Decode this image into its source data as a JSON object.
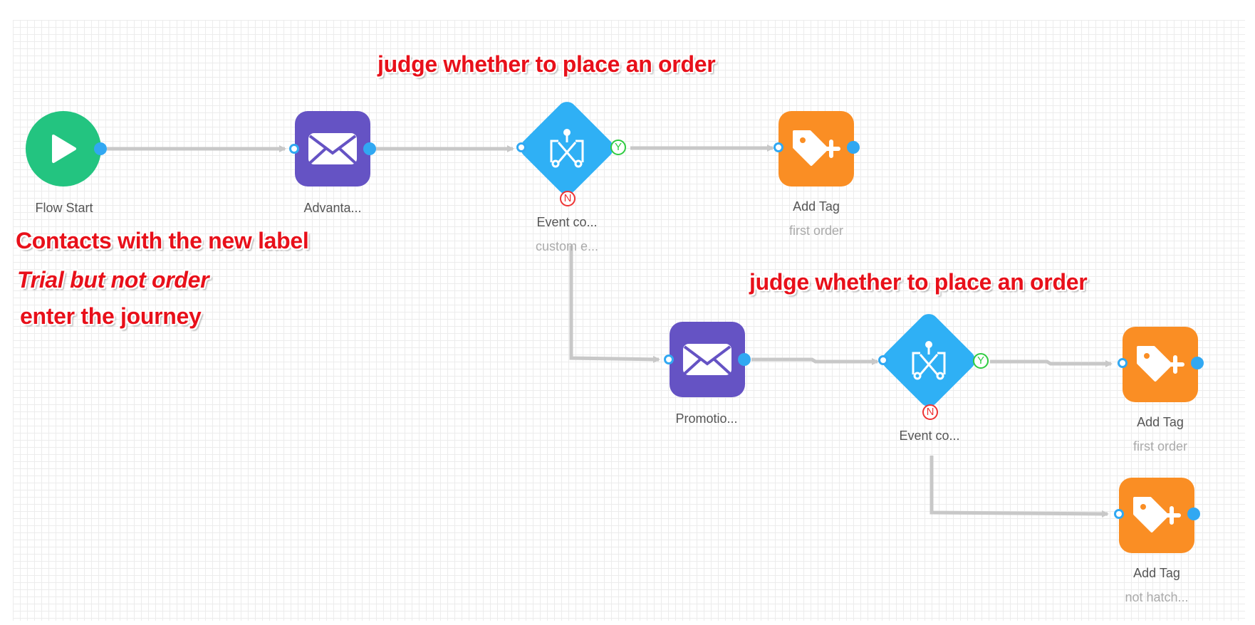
{
  "canvas": {
    "grid": true
  },
  "colors": {
    "start": "#23c480",
    "email": "#6553c4",
    "condition": "#2fb0f5",
    "tag": "#fa8e24",
    "port": "#31a8f2",
    "wire": "#c8c8c8",
    "annotation": "#e8101a"
  },
  "nodes": {
    "flow_start": {
      "label": "Flow Start",
      "icon": "play-icon"
    },
    "email_1": {
      "label": "Advanta...",
      "icon": "envelope-icon"
    },
    "event_1": {
      "label": "Event co...",
      "sublabel": "custom e...",
      "icon": "condition-split-icon",
      "yes": "Y",
      "no": "N"
    },
    "tag_1": {
      "label": "Add Tag",
      "sublabel": "first order",
      "icon": "tag-plus-icon"
    },
    "email_2": {
      "label": "Promotio...",
      "icon": "envelope-icon"
    },
    "event_2": {
      "label": "Event co...",
      "icon": "condition-split-icon",
      "yes": "Y",
      "no": "N"
    },
    "tag_2": {
      "label": "Add Tag",
      "sublabel": "first order",
      "icon": "tag-plus-icon"
    },
    "tag_3": {
      "label": "Add Tag",
      "sublabel": "not hatch...",
      "icon": "tag-plus-icon"
    }
  },
  "annotations": {
    "judge_1": "judge whether to place an order",
    "judge_2": "judge whether to place an order",
    "contacts_line1": "Contacts with the new label",
    "contacts_line2": "Trial but not order",
    "contacts_line3": "enter the journey"
  }
}
